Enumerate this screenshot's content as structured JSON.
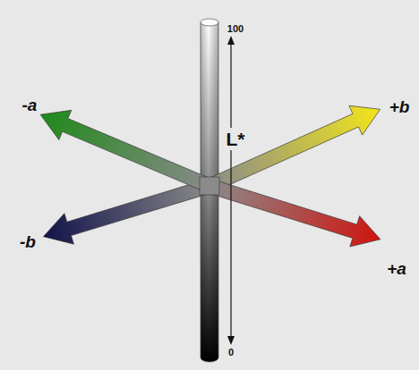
{
  "diagram": {
    "labels": [
      "100",
      "L*",
      "-a",
      "+b",
      "-b",
      "+a",
      "0"
    ]
  }
}
